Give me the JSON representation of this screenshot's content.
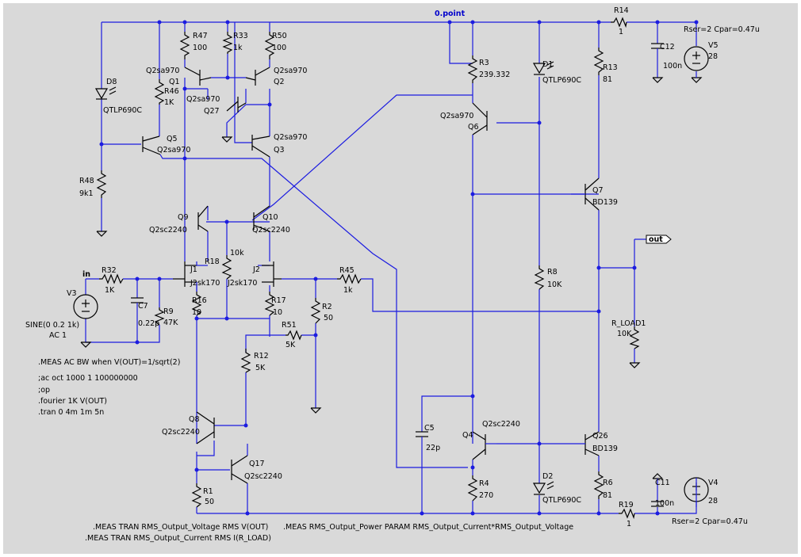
{
  "net_labels": {
    "zero_point": "0.point",
    "in": "in",
    "out": "out"
  },
  "components": {
    "R14": {
      "name": "R14",
      "value": "1"
    },
    "C12": {
      "name": "C12",
      "value": "100n"
    },
    "V5": {
      "name": "V5",
      "value": "28",
      "param": "Rser=2 Cpar=0.47u"
    },
    "R47": {
      "name": "R47",
      "value": "100"
    },
    "R33": {
      "name": "R33",
      "value": "1k"
    },
    "R50": {
      "name": "R50",
      "value": "100"
    },
    "Q1": {
      "name": "Q1",
      "model": "Q2sa970"
    },
    "Q2": {
      "name": "Q2",
      "model": "Q2sa970"
    },
    "Q27": {
      "name": "Q27",
      "model": "Q2sa970"
    },
    "Q3": {
      "name": "Q3",
      "model": "Q2sa970"
    },
    "Q5": {
      "name": "Q5",
      "model": "Q2sa970"
    },
    "R46": {
      "name": "R46",
      "value": "1K"
    },
    "D8": {
      "name": "D8",
      "model": "QTLP690C"
    },
    "R48": {
      "name": "R48",
      "value": "9k1"
    },
    "R3": {
      "name": "R3",
      "value": "239.332"
    },
    "D1": {
      "name": "D1",
      "model": "QTLP690C"
    },
    "R13": {
      "name": "R13",
      "value": "81"
    },
    "Q6": {
      "name": "Q6",
      "model": "Q2sa970"
    },
    "Q7": {
      "name": "Q7",
      "model": "BD139"
    },
    "Q9": {
      "name": "Q9",
      "model": "Q2sc2240"
    },
    "Q10": {
      "name": "Q10",
      "model": "Q2sc2240"
    },
    "R18": {
      "name": "R18",
      "value": "10k"
    },
    "J1": {
      "name": "J1",
      "model": "J2sk170"
    },
    "J2": {
      "name": "J2",
      "model": "J2sk170"
    },
    "R32": {
      "name": "R32",
      "value": "1K"
    },
    "R45": {
      "name": "R45",
      "value": "1k"
    },
    "R8": {
      "name": "R8",
      "value": "10K"
    },
    "V3": {
      "name": "V3",
      "line1": "SINE(0 0.2 1k)",
      "line2": "AC 1"
    },
    "C7": {
      "name": "C7",
      "value": "0.22p"
    },
    "R9": {
      "name": "R9",
      "value": "47K"
    },
    "R16": {
      "name": "R16",
      "value": "10"
    },
    "R17": {
      "name": "R17",
      "value": "10"
    },
    "R2": {
      "name": "R2",
      "value": "50"
    },
    "R_LOAD1": {
      "name": "R_LOAD1",
      "value": "10K"
    },
    "R51": {
      "name": "R51",
      "value": "5K"
    },
    "R12": {
      "name": "R12",
      "value": "5K"
    },
    "Q8": {
      "name": "Q8",
      "model": "Q2sc2240"
    },
    "Q17": {
      "name": "Q17",
      "model": "Q2sc2240"
    },
    "R1": {
      "name": "R1",
      "value": "50"
    },
    "C5": {
      "name": "C5",
      "value": "22p"
    },
    "Q4": {
      "name": "Q4",
      "model": "Q2sc2240"
    },
    "R4": {
      "name": "R4",
      "value": "270"
    },
    "D2": {
      "name": "D2",
      "model": "QTLP690C"
    },
    "Q26": {
      "name": "Q26",
      "model": "BD139"
    },
    "R6": {
      "name": "R6",
      "value": "81"
    },
    "C11": {
      "name": "C11",
      "value": "100n"
    },
    "V4": {
      "name": "V4",
      "value": "28",
      "param": "Rser=2 Cpar=0.47u"
    },
    "R19": {
      "name": "R19",
      "value": "1"
    }
  },
  "directives": {
    "meas_ac": ".MEAS AC BW when V(OUT)=1/sqrt(2)",
    "ac": ";ac oct 1000 1 100000000",
    "op": ";op",
    "fourier": ".fourier 1K V(OUT)",
    "tran": ".tran 0 4m 1m 5n",
    "meas_v": ".MEAS TRAN RMS_Output_Voltage RMS V(OUT)",
    "meas_i": ".MEAS TRAN RMS_Output_Current RMS I(R_LOAD)",
    "meas_p": ".MEAS RMS_Output_Power PARAM RMS_Output_Current*RMS_Output_Voltage"
  },
  "colors": {
    "wire": "#1c1ce0",
    "component": "#000000",
    "background": "#d9d9d9",
    "net_label": "#0000cc"
  }
}
